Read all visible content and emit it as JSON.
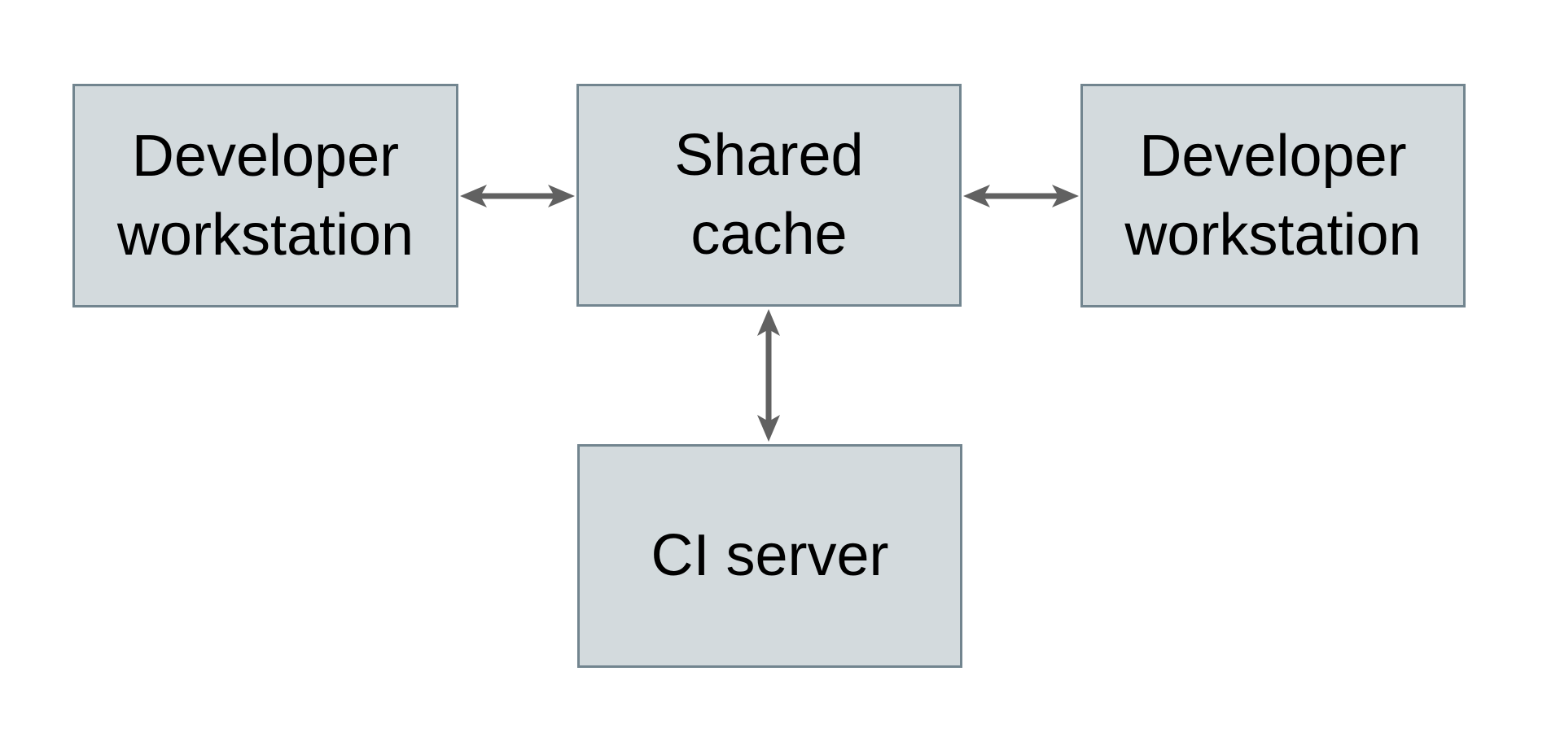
{
  "diagram": {
    "nodes": [
      {
        "id": "dev-workstation-left",
        "lines": [
          "Developer",
          "workstation"
        ],
        "label": "Developer workstation"
      },
      {
        "id": "shared-cache",
        "lines": [
          "Shared",
          "cache"
        ],
        "label": "Shared cache"
      },
      {
        "id": "dev-workstation-right",
        "lines": [
          "Developer",
          "workstation"
        ],
        "label": "Developer workstation"
      },
      {
        "id": "ci-server",
        "lines": [
          "CI server"
        ],
        "label": "CI server"
      }
    ],
    "edges": [
      {
        "from": "dev-workstation-left",
        "to": "shared-cache",
        "direction": "bidirectional"
      },
      {
        "from": "shared-cache",
        "to": "dev-workstation-right",
        "direction": "bidirectional"
      },
      {
        "from": "shared-cache",
        "to": "ci-server",
        "direction": "bidirectional"
      }
    ],
    "colors": {
      "background": "#ffffff",
      "node_fill": "#d3dadd",
      "node_border": "#72858f",
      "arrow": "#616161",
      "text": "#000000"
    }
  }
}
